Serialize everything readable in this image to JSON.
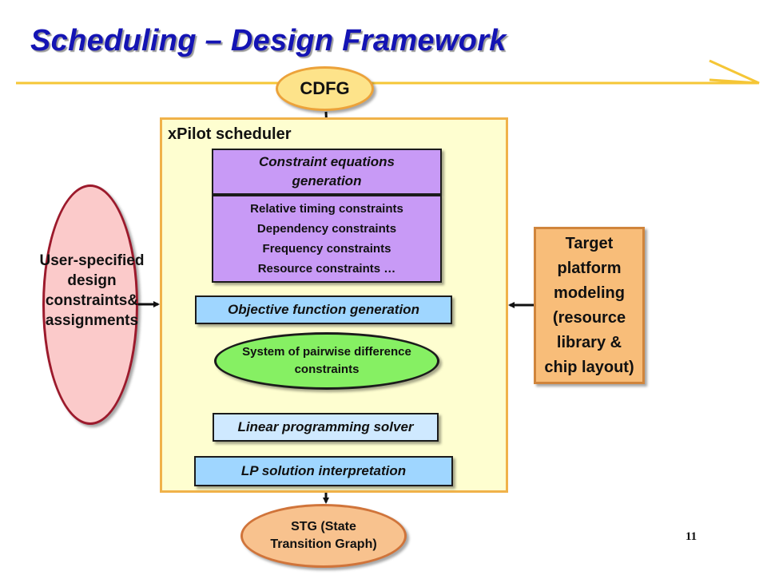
{
  "slide": {
    "title": "Scheduling – Design Framework",
    "page_number": "11"
  },
  "nodes": {
    "cdfg": "CDFG",
    "scheduler_label": "xPilot scheduler",
    "constraint_equations": "Constraint equations generation",
    "constraint_list": [
      "Relative timing constraints",
      "Dependency constraints",
      "Frequency constraints",
      "Resource constraints …"
    ],
    "objective_function": "Objective function generation",
    "pairwise_system": "System of pairwise difference constraints",
    "lp_solver": "Linear programming solver",
    "lp_interpretation": "LP solution interpretation",
    "stg": "STG (State Transition Graph)",
    "user_constraints": "User-specified design constraints& assignments",
    "target_platform": "Target platform modeling (resource library & chip layout)"
  },
  "colors": {
    "title": "#1414b4",
    "cdfg_fill": "#fde38a",
    "scheduler_fill": "#fefed0",
    "constraint_fill": "#c89af6",
    "objective_fill": "#9fd6ff",
    "pairwise_fill": "#86f063",
    "solver_fill": "#cfe9ff",
    "stg_fill": "#f8c28e",
    "user_fill": "#fbcaca",
    "target_fill": "#f8bd79"
  }
}
